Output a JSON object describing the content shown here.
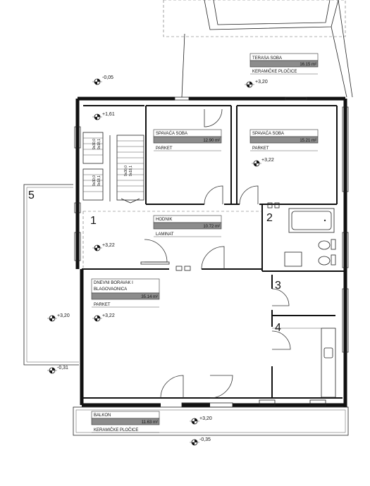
{
  "rooms": {
    "terasa": {
      "name": "TERASA SOBA",
      "area": "16.15 m²",
      "floor": "KERAMIČKE PLOČICE"
    },
    "spavaca1": {
      "name": "SPAVAĆA SOBA",
      "area": "12.90 m²",
      "floor": "PARKET"
    },
    "spavaca2": {
      "name": "SPAVAĆA SOBA",
      "area": "15.21 m²",
      "floor": "PARKET"
    },
    "hodnik": {
      "name": "HODNIK",
      "area": "10.72 m²",
      "floor": "LAMINAT"
    },
    "dnevni": {
      "name_line1": "DNEVNI BORAVAK I",
      "name_line2": "BLAGOVAONICA",
      "area": "35.14 m²",
      "floor": "PARKET"
    },
    "balkon": {
      "name": "BALKON",
      "area": "11.63 m²",
      "floor": "KERAMIČKE PLOČICE"
    }
  },
  "room_numbers": {
    "n1": "1",
    "n2": "2",
    "n3": "3",
    "n4": "4",
    "n5": "5"
  },
  "levels": {
    "top_left": "-0,05",
    "terasa": "+3,20",
    "stair": "+1,61",
    "bedroom2": "+3,22",
    "hall": "+3,22",
    "living": "+3,22",
    "outside_left": "+3,20",
    "outside_bottom_left": "-0,31",
    "balkon": "+3,20",
    "bottom": "-0,35"
  },
  "stairs": {
    "a": "9x30,0",
    "b": "9x18,1",
    "c": "9x30,0",
    "d": "9x18,1",
    "e": "9x30,0",
    "f": "9x18,1"
  }
}
